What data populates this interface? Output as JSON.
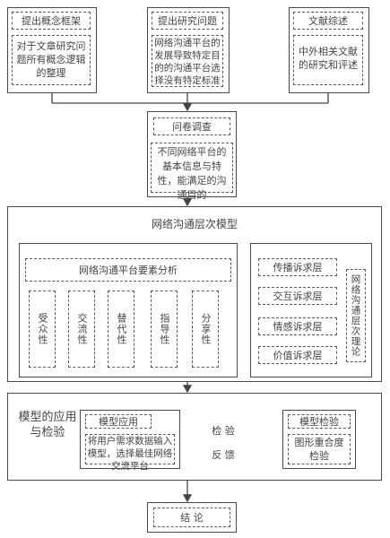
{
  "top": {
    "box1": {
      "title": "提出概念框架",
      "body": "对于文章研究问题所有概念逻辑的整理"
    },
    "box2": {
      "title": "提出研究问题",
      "body": "网络沟通平台的发展导致特定目的的沟通平台选择没有特定标准"
    },
    "box3": {
      "title": "文献综述",
      "body": "中外相关文献的研究和评述"
    }
  },
  "survey": {
    "title": "问卷调查",
    "body": "不同网络平台的基本信息与特性，能满足的沟通目的"
  },
  "model": {
    "title": "网络沟通层次模型",
    "analysis_title": "网络沟通平台要素分析",
    "factors": [
      "受众性",
      "交流性",
      "替代性",
      "指导性",
      "分享性"
    ],
    "layers": [
      "传播诉求层",
      "交互诉求层",
      "情感诉求层",
      "价值诉求层"
    ],
    "theory": "网络沟通层次理论"
  },
  "application": {
    "section_label": "模型的应用与检验",
    "apply_title": "模型应用",
    "apply_body": "将用户需求数据输入模型，选择最佳网络交流平台",
    "arrow_top": "检 验",
    "arrow_bottom": "反 馈",
    "verify_title": "模型检验",
    "verify_body": "图形重合度检验"
  },
  "conclusion": "结 论"
}
